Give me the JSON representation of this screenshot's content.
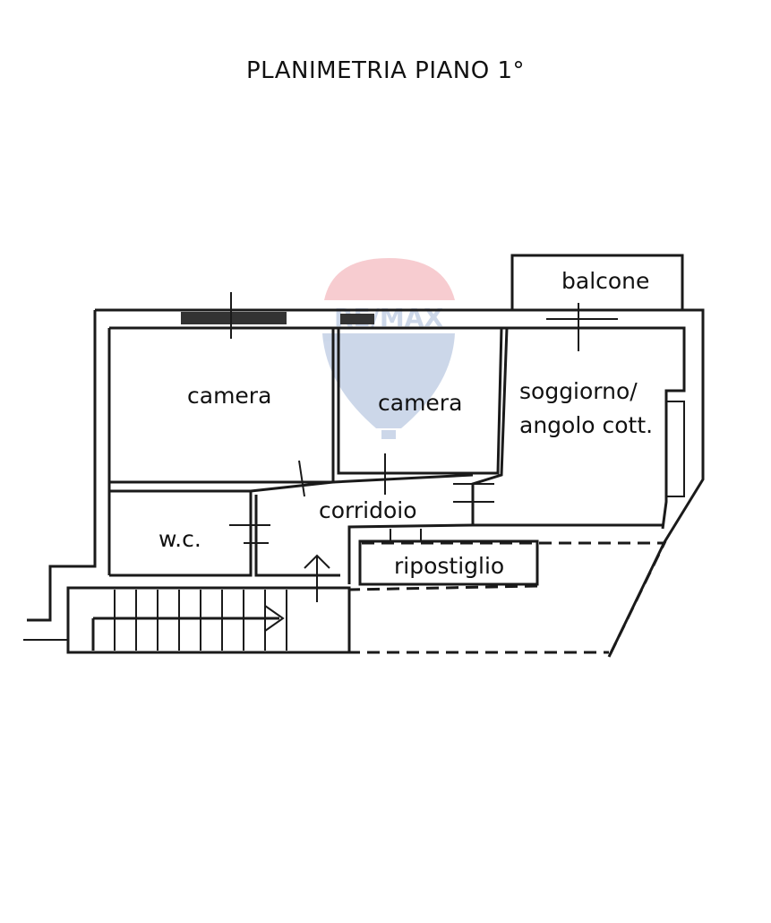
{
  "title": "PLANIMETRIA PIANO 1°",
  "rooms": {
    "camera_1": "camera",
    "camera_2": "camera",
    "soggiorno_line1": "soggiorno/",
    "soggiorno_line2": "angolo cott.",
    "balcone": "balcone",
    "corridoio": "corridoio",
    "wc": "w.c.",
    "ripostiglio": "ripostiglio"
  },
  "watermark": {
    "text": "RE/MAX",
    "colors": {
      "balloon_top": "#dc1c2e",
      "balloon_bottom": "#1e4f9e"
    }
  },
  "colors": {
    "wall": "#1a1a1a",
    "background": "#ffffff"
  }
}
